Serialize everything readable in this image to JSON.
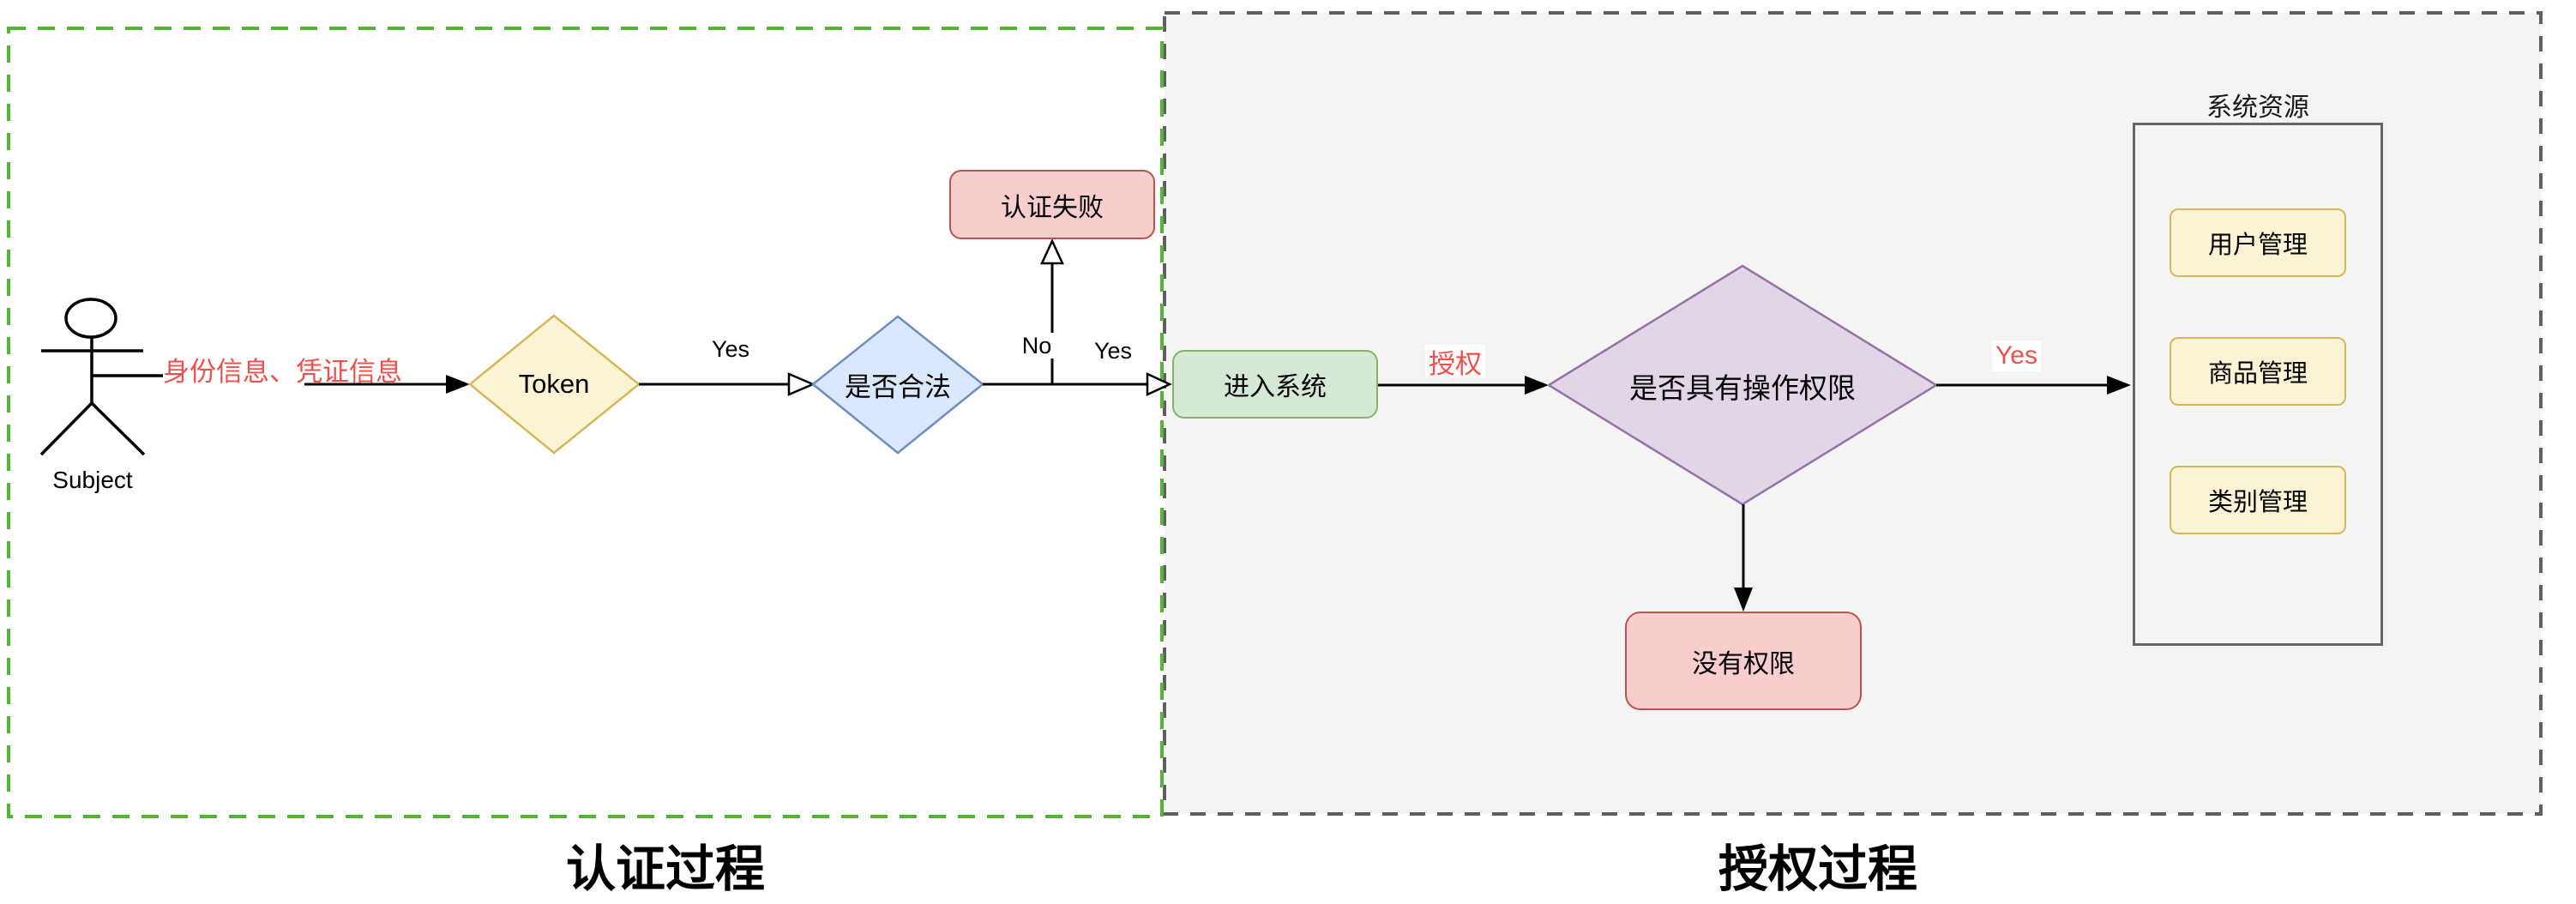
{
  "regions": {
    "auth": {
      "title": "认证过程"
    },
    "authz": {
      "title": "授权过程"
    }
  },
  "nodes": {
    "subject": {
      "label": "Subject"
    },
    "token": {
      "label": "Token"
    },
    "is_valid": {
      "label": "是否合法"
    },
    "auth_fail": {
      "label": "认证失败"
    },
    "enter_system": {
      "label": "进入系统"
    },
    "has_permission": {
      "label": "是否具有操作权限"
    },
    "no_permission": {
      "label": "没有权限"
    },
    "system_resources": {
      "title": "系统资源",
      "items": [
        "用户管理",
        "商品管理",
        "类别管理"
      ]
    }
  },
  "edges": {
    "credentials_label": "身份信息、凭证信息",
    "token_to_valid_label": "Yes",
    "valid_no_label": "No",
    "valid_yes_label": "Yes",
    "authorize_label": "授权",
    "permission_yes_label": "Yes"
  },
  "colors": {
    "auth_region_border": "#54b435",
    "authz_region_border": "#5f5f5f",
    "authz_region_fill": "#f5f4f5",
    "yellow_fill": "#fcf3d4",
    "yellow_stroke": "#d6b656",
    "blue_fill": "#dae8fc",
    "blue_stroke": "#6c8ebf",
    "green_fill": "#d5e8d4",
    "green_stroke": "#82b366",
    "red_fill": "#f8cecc",
    "red_stroke": "#b85450",
    "purple_fill": "#e1d5e7",
    "purple_stroke": "#9673a6",
    "red_label_color": "#f0504c"
  }
}
